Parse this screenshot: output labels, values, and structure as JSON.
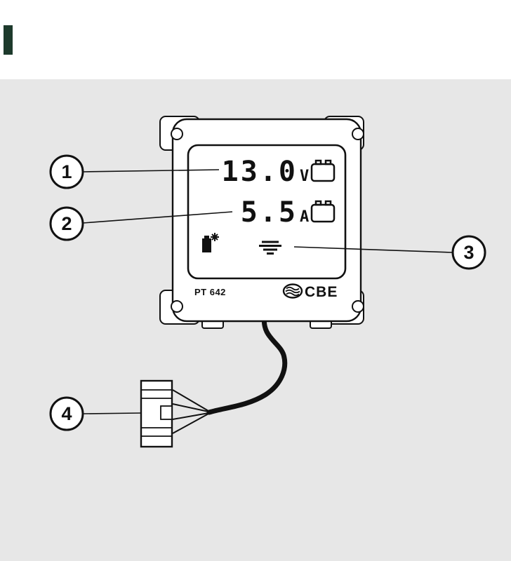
{
  "page": {
    "background_color": "#e7e7e7",
    "top_strip_color": "#ffffff",
    "line_color": "#111111"
  },
  "device": {
    "model_label": "PT 642",
    "brand_label": "CBE",
    "display": {
      "voltage_value": "13.0",
      "voltage_unit": "V",
      "current_value": "5.5",
      "current_unit": "A"
    },
    "icons": {
      "voltage_battery": "battery-outline-icon",
      "current_battery": "battery-outline-icon",
      "solar_charge": "solar-battery-icon",
      "charge_level": "charge-level-bars-icon",
      "brand_logo": "cbe-wave-oval-icon"
    }
  },
  "callouts": [
    {
      "label": "1"
    },
    {
      "label": "2"
    },
    {
      "label": "3"
    },
    {
      "label": "4"
    }
  ]
}
